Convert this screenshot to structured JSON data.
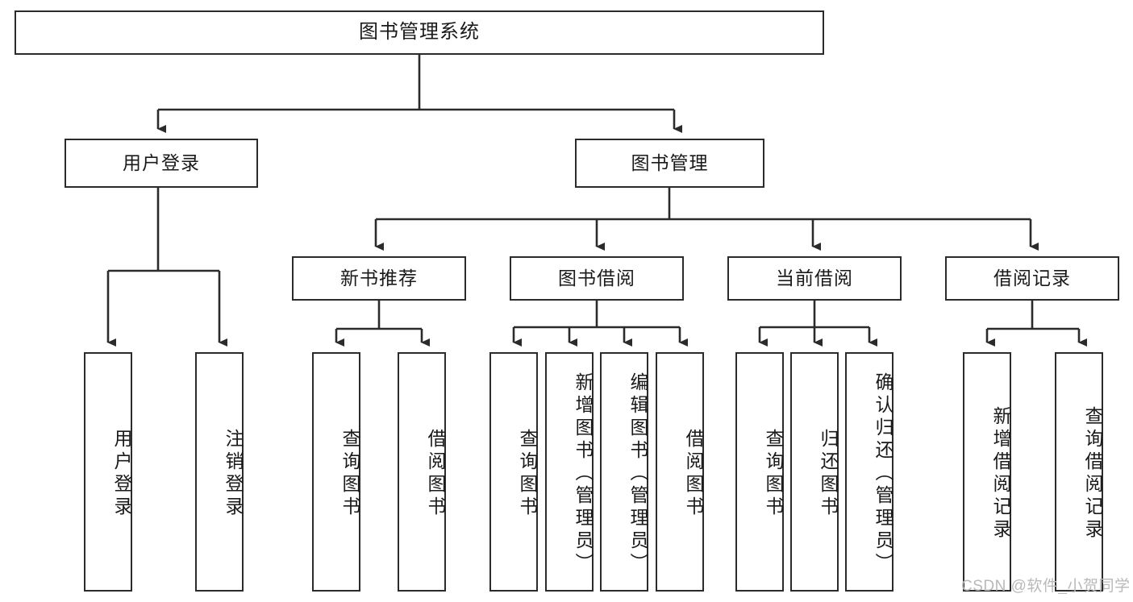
{
  "diagram": {
    "type": "tree",
    "title": "图书管理系统",
    "root": {
      "label": "图书管理系统"
    },
    "level1": [
      {
        "label": "用户登录"
      },
      {
        "label": "图书管理"
      }
    ],
    "level2": [
      {
        "label": "新书推荐"
      },
      {
        "label": "图书借阅"
      },
      {
        "label": "当前借阅"
      },
      {
        "label": "借阅记录"
      }
    ],
    "leaves": {
      "user_login": [
        "用户登录",
        "注销登录"
      ],
      "new_book_rec": [
        "查询图书",
        "借阅图书"
      ],
      "book_borrow": [
        "查询图书",
        "新增图书（管理员）",
        "编辑图书（管理员）",
        "借阅图书"
      ],
      "current_borrow": [
        "查询图书",
        "归还图书",
        "确认归还（管理员）"
      ],
      "borrow_record": [
        "新增借阅记录",
        "查询借阅记录"
      ]
    }
  },
  "watermark": {
    "text": "CSDN @软件_小贺同学"
  },
  "colors": {
    "border": "#2b2b2b",
    "background": "#ffffff",
    "text": "#1a1a1a",
    "watermark": "#b9b9b9"
  }
}
